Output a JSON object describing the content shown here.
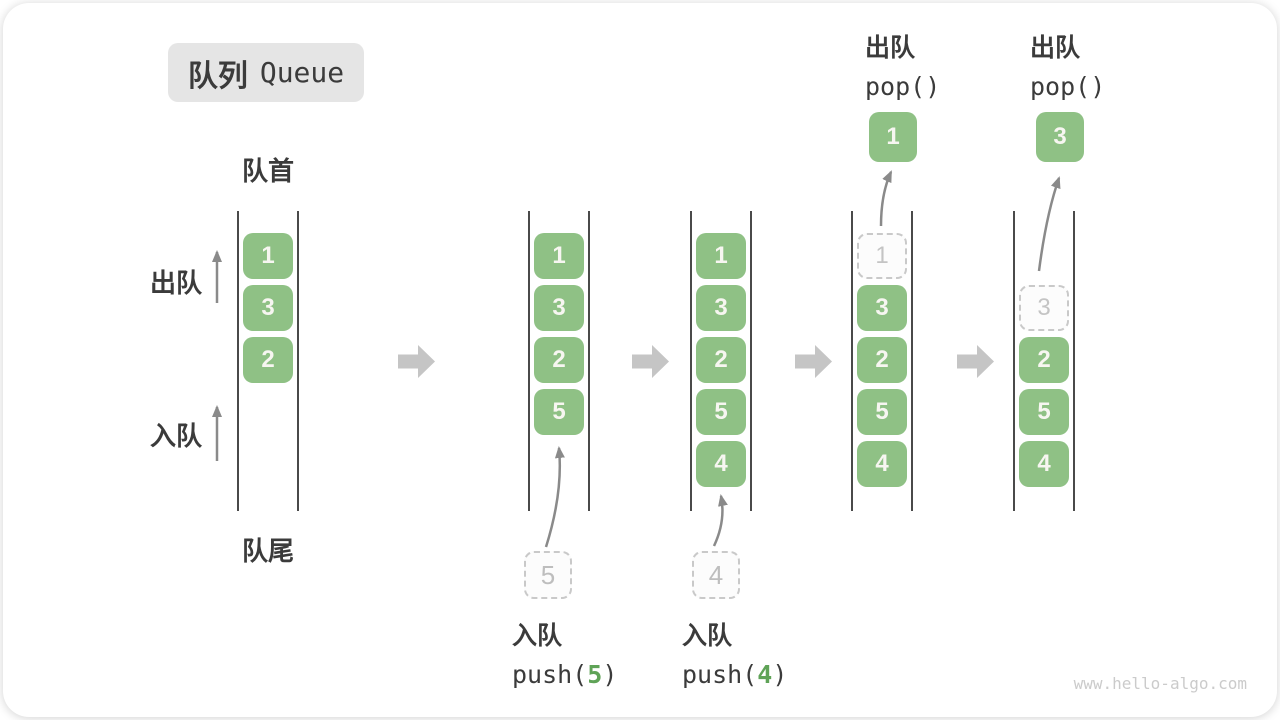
{
  "title": {
    "badge_zh": "队列",
    "badge_en": "Queue"
  },
  "labels": {
    "front": "队首",
    "rear": "队尾",
    "dequeue_side": "出队",
    "enqueue_side": "入队"
  },
  "queues": [
    {
      "items": [
        {
          "value": "1"
        },
        {
          "value": "3"
        },
        {
          "value": "2"
        }
      ]
    },
    {
      "items": [
        {
          "value": "1"
        },
        {
          "value": "3"
        },
        {
          "value": "2"
        },
        {
          "value": "5"
        }
      ],
      "pending": {
        "value": "5"
      },
      "operation": {
        "label": "入队",
        "code_before": "push(",
        "code_arg": "5",
        "code_after": ")"
      }
    },
    {
      "items": [
        {
          "value": "1"
        },
        {
          "value": "3"
        },
        {
          "value": "2"
        },
        {
          "value": "5"
        },
        {
          "value": "4"
        }
      ],
      "pending": {
        "value": "4"
      },
      "operation": {
        "label": "入队",
        "code_before": "push(",
        "code_arg": "4",
        "code_after": ")"
      }
    },
    {
      "items": [
        {
          "value": "1",
          "ghost": true
        },
        {
          "value": "3"
        },
        {
          "value": "2"
        },
        {
          "value": "5"
        },
        {
          "value": "4"
        }
      ],
      "popped": {
        "value": "1"
      },
      "operation": {
        "label": "出队",
        "code": "pop()"
      }
    },
    {
      "items": [
        {
          "value": "3",
          "ghost": true
        },
        {
          "value": "2"
        },
        {
          "value": "5"
        },
        {
          "value": "4"
        }
      ],
      "popped": {
        "value": "3"
      },
      "operation": {
        "label": "出队",
        "code": "pop()"
      }
    }
  ],
  "watermark": "www.hello-algo.com",
  "colors": {
    "cell_green": "#8FC185",
    "code_arg_green": "#5FA357",
    "block_arrow_gray": "#C5C5C5",
    "thin_arrow_gray": "#8A8A8A",
    "channel_line": "#4A4A4A",
    "badge_bg": "#E5E5E5",
    "dashed_border": "#C9C9C9",
    "watermark_gray": "#CBCBCB"
  }
}
